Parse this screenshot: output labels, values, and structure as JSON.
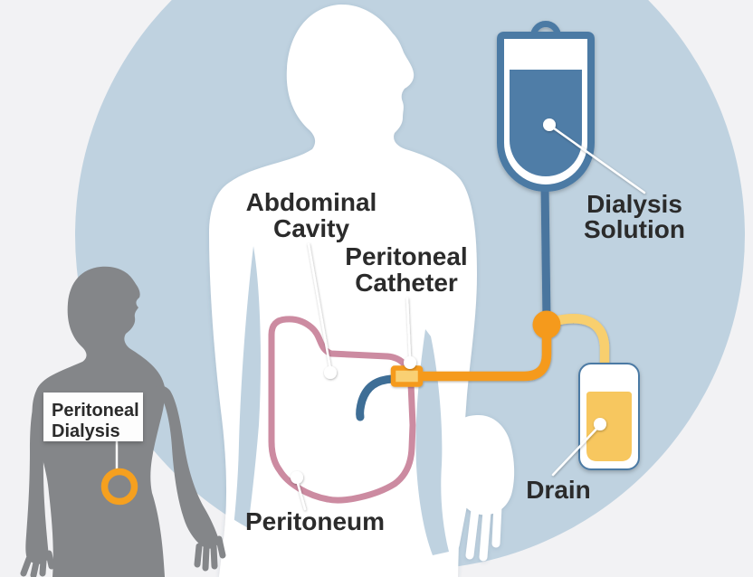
{
  "diagram": {
    "callout_box": {
      "line1": "Peritoneal",
      "line2": "Dialysis"
    },
    "labels": {
      "abdominal_cavity": {
        "line1": "Abdominal",
        "line2": "Cavity"
      },
      "peritoneal_catheter": {
        "line1": "Peritoneal",
        "line2": "Catheter"
      },
      "dialysis_solution": {
        "line1": "Dialysis",
        "line2": "Solution"
      },
      "drain": "Drain",
      "peritoneum": "Peritoneum"
    },
    "colors": {
      "background": "#f2f2f4",
      "circle_blue": "#bfd2e0",
      "figure_white": "#ffffff",
      "figure_gray": "#848689",
      "bag_blue": "#4c7aa4",
      "fluid_blue": "#507da7",
      "tube_blue": "#48759e",
      "catheter_blue": "#3e6e96",
      "tube_orange": "#f59a1d",
      "connector_fill": "#f9d073",
      "tube_yellow": "#f8cf6e",
      "drain_fluid": "#f7c75e",
      "ring_orange": "#f5a01f",
      "pink": "#cc8ba1",
      "text": "#2b2b2b",
      "callout_bg": "#fdfdfd",
      "pointer_white": "#ffffff"
    }
  }
}
